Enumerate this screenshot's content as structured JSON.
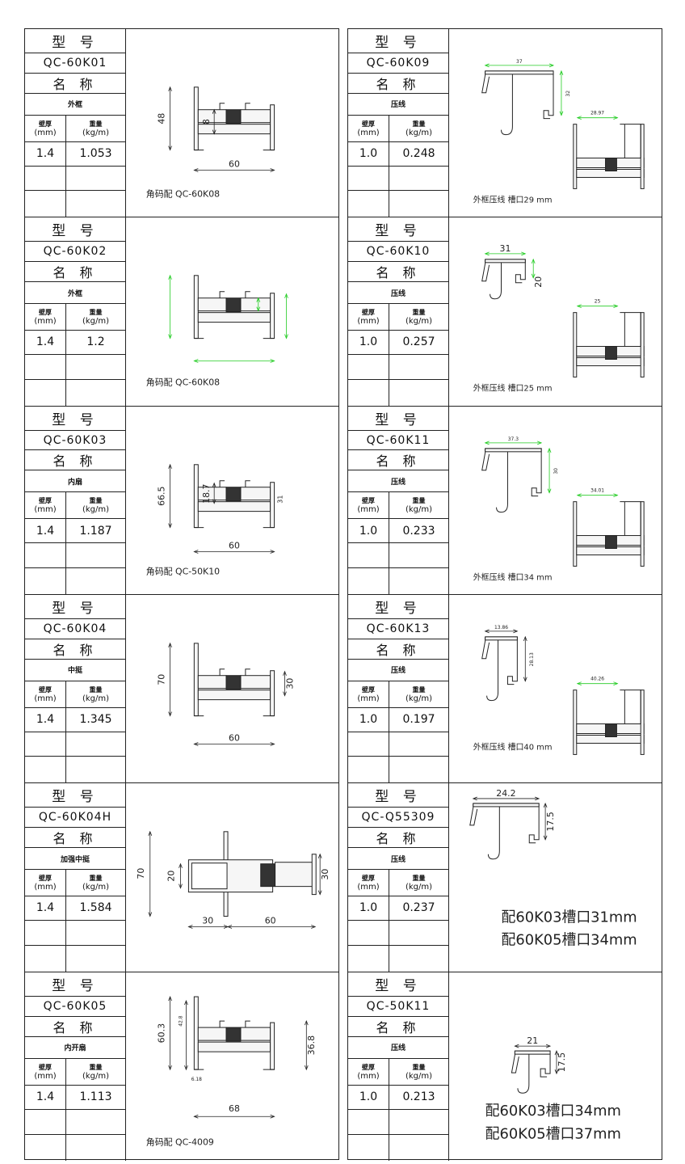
{
  "labels": {
    "model_header": "型 号",
    "name_header": "名 称",
    "thickness": "壁厚",
    "thickness_unit": "(mm)",
    "weight": "重量",
    "weight_unit": "(kg/m)"
  },
  "colors": {
    "line": "#222222",
    "dimension_green": "#22cc22",
    "thermal_break": "#333333"
  },
  "left": [
    {
      "model": "QC-60K01",
      "name": "外框",
      "thickness": "1.4",
      "weight": "1.053",
      "dims": [
        "48",
        "8",
        "60"
      ],
      "caption": "角码配  QC-60K08"
    },
    {
      "model": "QC-60K02",
      "name": "外框",
      "thickness": "1.4",
      "weight": "1.2",
      "dims": [],
      "caption": "角码配  QC-60K08"
    },
    {
      "model": "QC-60K03",
      "name": "内扇",
      "thickness": "1.4",
      "weight": "1.187",
      "dims": [
        "66.5",
        "18.7",
        "31",
        "60"
      ],
      "caption": "角码配  QC-50K10"
    },
    {
      "model": "QC-60K04",
      "name": "中挺",
      "thickness": "1.4",
      "weight": "1.345",
      "dims": [
        "70",
        "30",
        "60"
      ]
    },
    {
      "model": "QC-60K04H",
      "name": "加强中挺",
      "thickness": "1.4",
      "weight": "1.584",
      "dims": [
        "70",
        "20",
        "30",
        "30",
        "60"
      ]
    },
    {
      "model": "QC-60K05",
      "name": "内开扇",
      "thickness": "1.4",
      "weight": "1.113",
      "dims": [
        "60.3",
        "42.8",
        "36.8",
        "6.18",
        "68"
      ],
      "caption": "角码配  QC-4009"
    }
  ],
  "right": [
    {
      "model": "QC-60K09",
      "name": "压线",
      "thickness": "1.0",
      "weight": "0.248",
      "dims": [
        "37",
        "32",
        "28.97"
      ],
      "caption": "外框压线   槽口29 mm"
    },
    {
      "model": "QC-60K10",
      "name": "压线",
      "thickness": "1.0",
      "weight": "0.257",
      "dims": [
        "31",
        "20",
        "25"
      ],
      "caption": "外框压线   槽口25 mm"
    },
    {
      "model": "QC-60K11",
      "name": "压线",
      "thickness": "1.0",
      "weight": "0.233",
      "dims": [
        "37.3",
        "30",
        "34.01"
      ],
      "caption": "外框压线   槽口34 mm"
    },
    {
      "model": "QC-60K13",
      "name": "压线",
      "thickness": "1.0",
      "weight": "0.197",
      "dims": [
        "13.86",
        "28.13",
        "40.26"
      ],
      "caption": "外框压线   槽口40 mm"
    },
    {
      "model": "QC-Q55309",
      "name": "压线",
      "thickness": "1.0",
      "weight": "0.237",
      "dims": [
        "24.2",
        "17.5"
      ],
      "notes": [
        "配60K03槽口31mm",
        "配60K05槽口34mm"
      ]
    },
    {
      "model": "QC-50K11",
      "name": "压线",
      "thickness": "1.0",
      "weight": "0.213",
      "dims": [
        "21",
        "17.5"
      ],
      "notes": [
        "配60K03槽口34mm",
        "配60K05槽口37mm"
      ]
    }
  ]
}
